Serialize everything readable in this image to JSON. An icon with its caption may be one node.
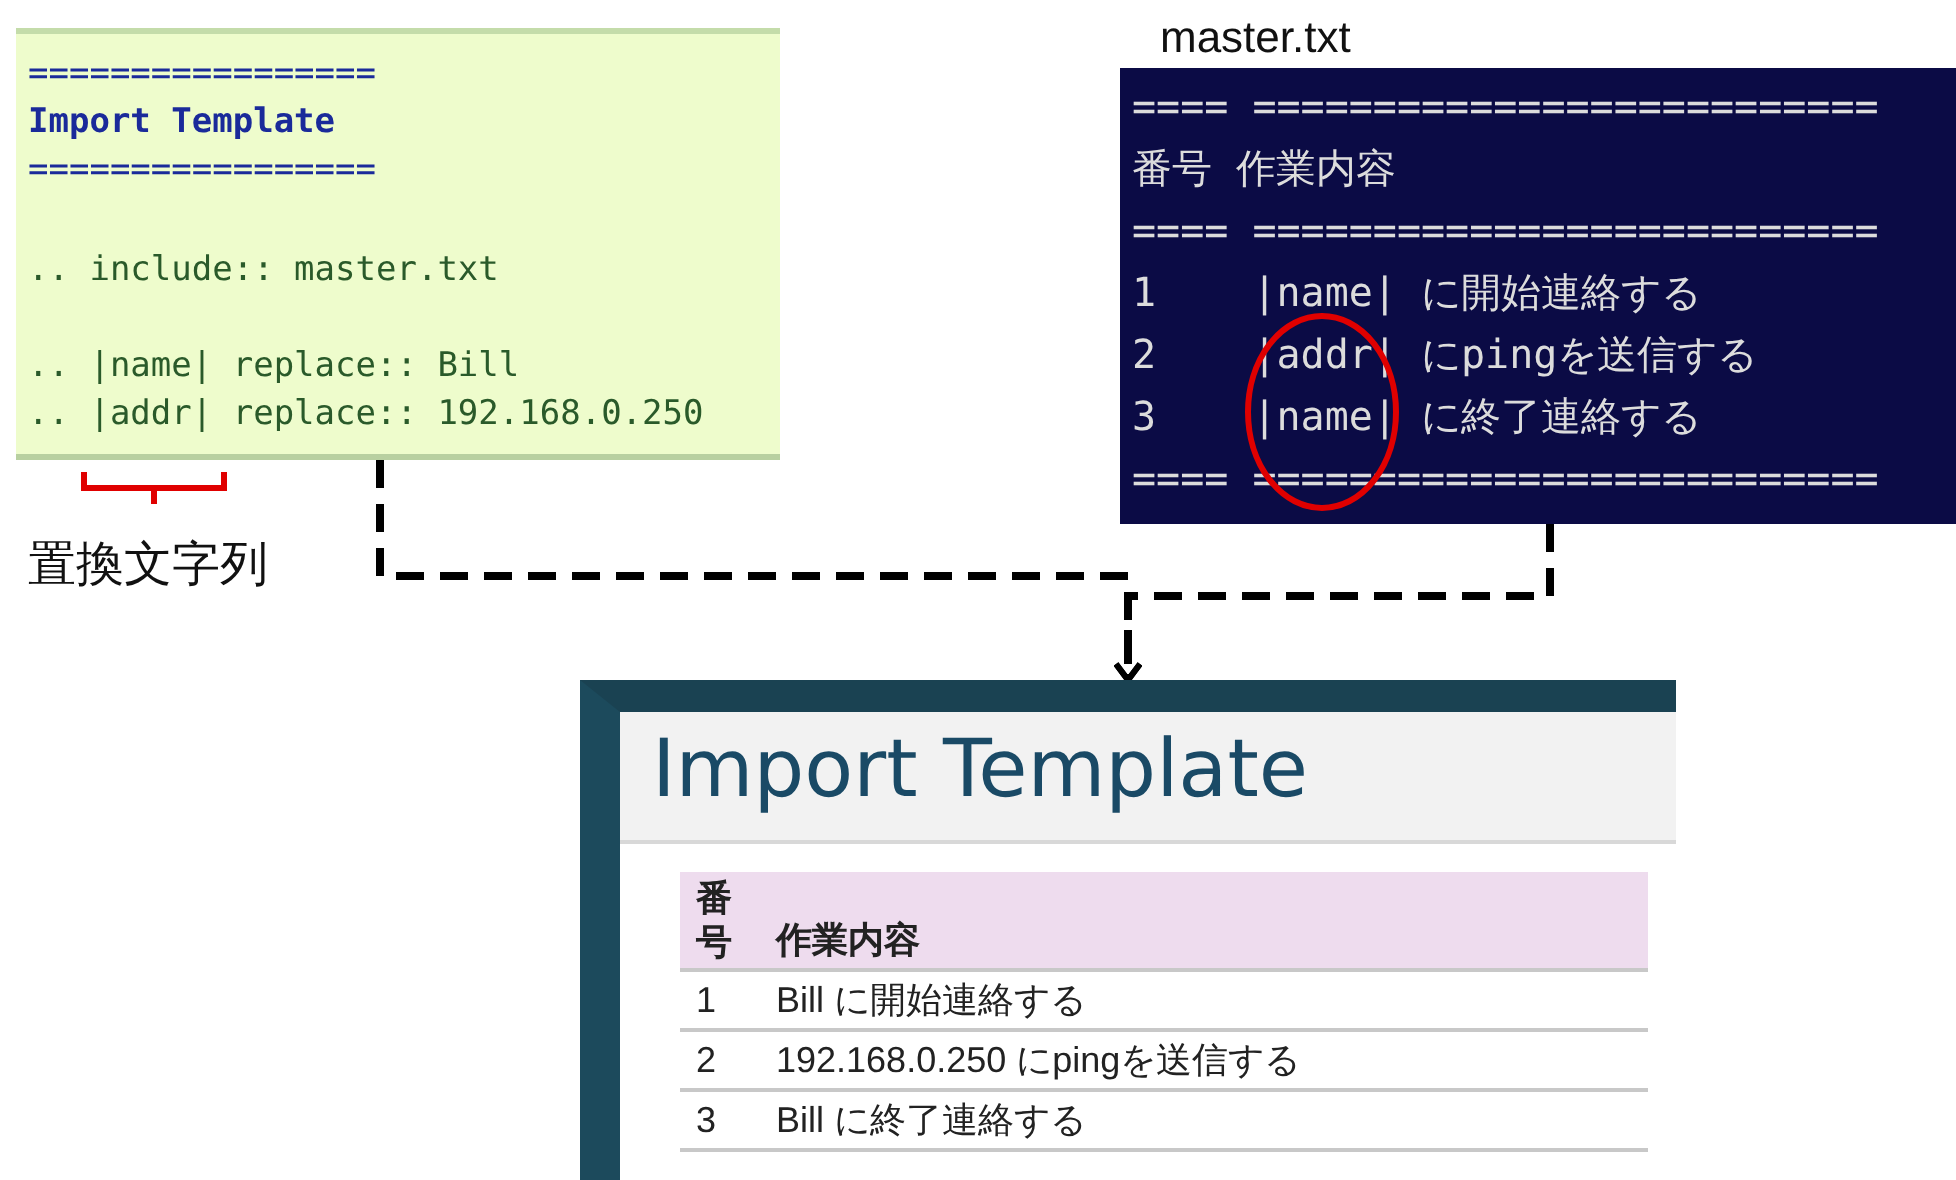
{
  "diagram": {
    "nodes": [
      {
        "text": [
          "=================",
          "Import Template",
          "=================",
          ".. include:: master.txt",
          ".. |name| replace:: Bill",
          ".. |addr| replace:: 192.168.0.250"
        ]
      },
      {
        "text": [
          "master.txt",
          "==== ==========================",
          "番号 作業内容",
          "==== ==========================",
          "1    |name| に開始連絡する",
          "2    |addr| にpingを送信する",
          "3    |name| に終了連絡する",
          "==== =========================="
        ]
      },
      {
        "text": [
          "Import Template",
          "番号",
          "作業内容",
          "1",
          "Bill に開始連絡する",
          "2",
          "192.168.0.250 にpingを送信する",
          "3",
          "Bill に終了連絡する"
        ]
      }
    ],
    "edges": [
      {
        "from": 0,
        "to": 2,
        "arrow": "to",
        "style": "dashed"
      },
      {
        "from": 1,
        "to": 2,
        "arrow": "to",
        "style": "dashed"
      }
    ],
    "labels": [
      "置換文字列"
    ]
  }
}
